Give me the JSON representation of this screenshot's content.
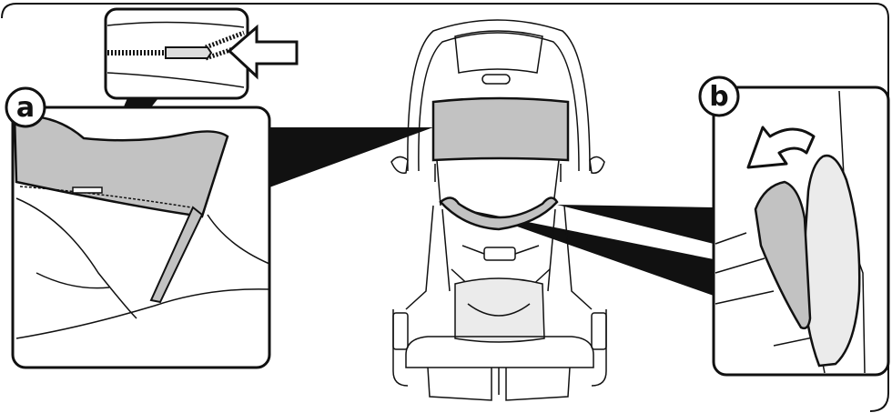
{
  "labels": {
    "a": "a",
    "b": "b"
  },
  "panels": {
    "zipper": {
      "content": "zipper-detail",
      "arrow": "push-arrow"
    },
    "a": {
      "content": "canopy-pad-zip"
    },
    "b": {
      "content": "bumper-cover-fold",
      "arrow": "curved-arrow-left"
    },
    "stroller": {
      "content": "stroller-top-view"
    }
  },
  "colors": {
    "outline": "#111111",
    "fill_gray": "#c2c2c2",
    "fill_light": "#ebebeb",
    "background": "#ffffff"
  }
}
